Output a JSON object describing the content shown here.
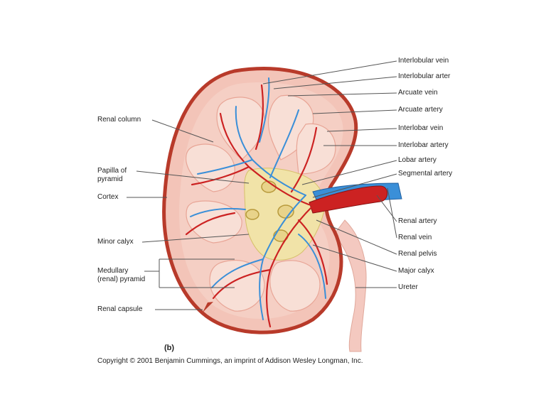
{
  "figure": {
    "panel_label": "(b)",
    "copyright": "Copyright © 2001 Benjamin Cummings, an imprint of Addison Wesley Longman, Inc."
  },
  "labels_right": [
    "Interlobular vein",
    "Interlobular arter",
    "Arcuate vein",
    "Arcuate artery",
    "Interlobar vein",
    "Interlobar artery",
    "Lobar artery",
    "Segmental artery",
    "Renal artery",
    "Renal vein",
    "Renal pelvis",
    "Major calyx",
    "Ureter"
  ],
  "labels_left": {
    "renal_column": "Renal column",
    "papilla_line1": "Papilla of",
    "papilla_line2": "pyramid",
    "cortex": "Cortex",
    "minor_calyx": "Minor calyx",
    "medullary_line1": "Medullary",
    "medullary_line2": "(renal) pyramid",
    "renal_capsule": "Renal capsule"
  },
  "colors": {
    "capsule": "#c0392b",
    "cortex": "#f3c4b8",
    "pyramid": "#f7d9cf",
    "artery": "#cc2222",
    "vein": "#3a8fd8",
    "pelvis": "#f1e3a8",
    "ureter": "#f4c9c0"
  }
}
